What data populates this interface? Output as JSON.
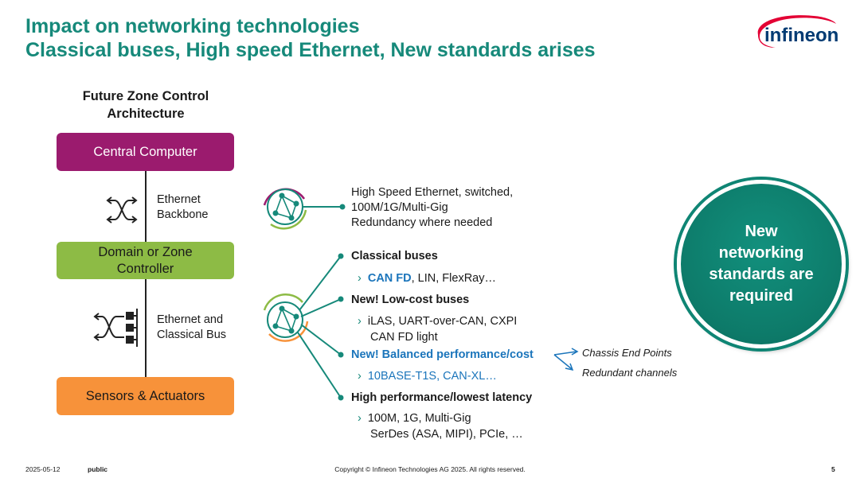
{
  "title": {
    "line1": "Impact on networking technologies",
    "line2": "Classical buses, High speed Ethernet, New standards arises"
  },
  "logo": {
    "text": "infineon",
    "color": "#003b73",
    "swoosh_color": "#e30034"
  },
  "architecture": {
    "heading_line1": "Future Zone Control",
    "heading_line2": "Architecture",
    "central_computer": "Central Computer",
    "domain_line1": "Domain or Zone",
    "domain_line2": "Controller",
    "sensors": "Sensors & Actuators",
    "ethernet_backbone_line1": "Ethernet",
    "ethernet_backbone_line2": "Backbone",
    "ethernet_classical_line1": "Ethernet and",
    "ethernet_classical_line2": "Classical Bus",
    "colors": {
      "central": "#9b1b6e",
      "domain": "#8dbb45",
      "sensors": "#f7923a"
    }
  },
  "high_speed": {
    "line1": "High Speed Ethernet, switched,",
    "line2": "100M/1G/Multi-Gig",
    "line3": "Redundancy where needed"
  },
  "buses": {
    "classical_head": "Classical buses",
    "classical_highlight": "CAN FD",
    "classical_rest": ", LIN, FlexRay…",
    "lowcost_head": "New! Low-cost buses",
    "lowcost_line1": "iLAS, UART-over-CAN, CXPI",
    "lowcost_line2": "CAN FD light",
    "balanced_head": "New! Balanced performance/cost",
    "balanced_sub": "10BASE-T1S, CAN-XL…",
    "highperf_head": "High performance/lowest latency",
    "highperf_line1": "100M, 1G, Multi-Gig",
    "highperf_line2": "SerDes (ASA, MIPI), PCIe, …",
    "chassis": "Chassis End Points",
    "redundant": "Redundant channels"
  },
  "callout": {
    "text": "New networking standards are required"
  },
  "footer": {
    "date": "2025-05-12",
    "classification": "public",
    "copyright": "Copyright © Infineon Technologies AG 2025. All rights reserved.",
    "page": "5"
  }
}
